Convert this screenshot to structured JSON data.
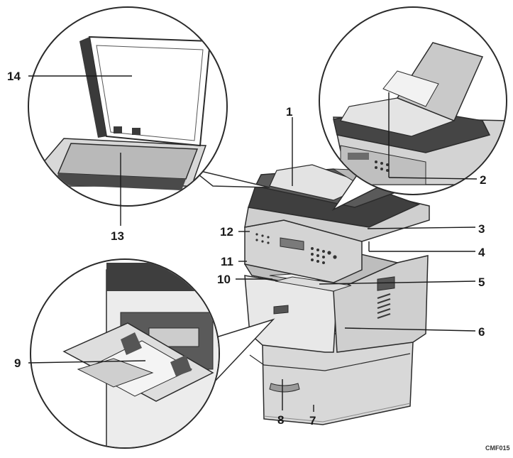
{
  "figure": {
    "callouts": [
      {
        "id": "1",
        "label": "1"
      },
      {
        "id": "2",
        "label": "2"
      },
      {
        "id": "3",
        "label": "3"
      },
      {
        "id": "4",
        "label": "4"
      },
      {
        "id": "5",
        "label": "5"
      },
      {
        "id": "6",
        "label": "6"
      },
      {
        "id": "7",
        "label": "7"
      },
      {
        "id": "8",
        "label": "8"
      },
      {
        "id": "9",
        "label": "9"
      },
      {
        "id": "10",
        "label": "10"
      },
      {
        "id": "11",
        "label": "11"
      },
      {
        "id": "12",
        "label": "12"
      },
      {
        "id": "13",
        "label": "13"
      },
      {
        "id": "14",
        "label": "14"
      }
    ],
    "figure_code": "CMF015"
  },
  "colors": {
    "body_light": "#e6e6e6",
    "body_mid": "#c4c4c4",
    "body_dark": "#4a4a4a",
    "glass": "#b9b9b9",
    "outline": "#2b2b2b"
  }
}
